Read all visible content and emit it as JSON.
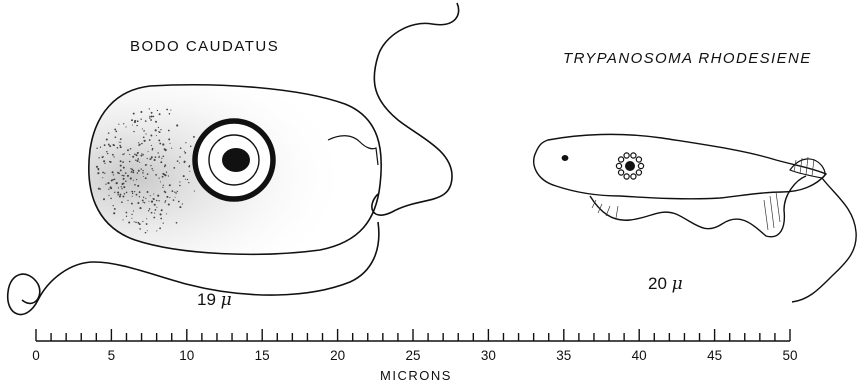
{
  "organisms": [
    {
      "name": "BODO CAUDATUS",
      "size_value": "19",
      "size_unit": "μ"
    },
    {
      "name": "TRYPANOSOMA RHODESIENE",
      "size_value": "20",
      "size_unit": "μ"
    }
  ],
  "scale": {
    "label": "MICRONS",
    "min": 0,
    "max": 50,
    "minor_step": 1,
    "major_step": 5,
    "tick_labels": [
      "0",
      "5",
      "10",
      "15",
      "20",
      "25",
      "30",
      "35",
      "40",
      "45",
      "50"
    ]
  }
}
